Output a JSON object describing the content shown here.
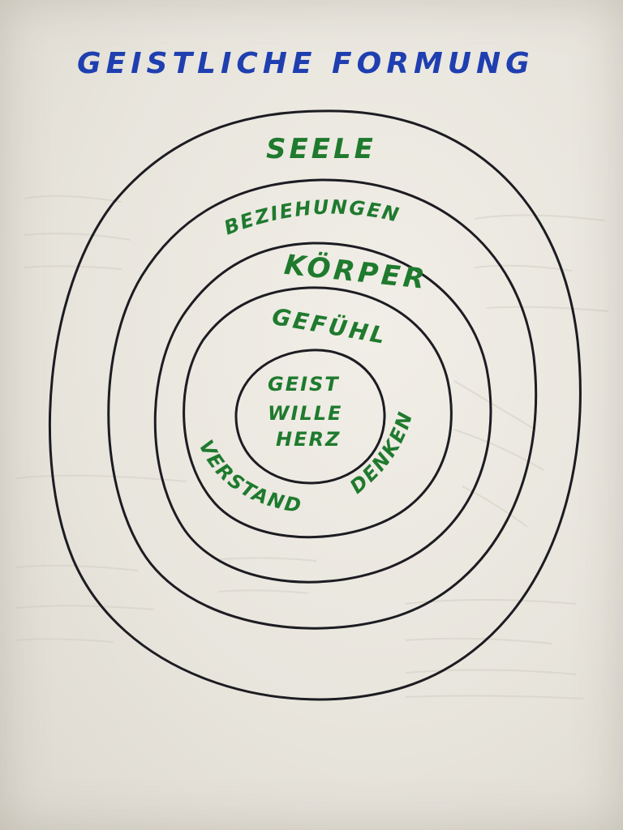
{
  "title": "GEISTLICHE FORMUNG",
  "rings": {
    "outer": "SEELE",
    "second": "BEZIEHUNGEN",
    "third": "KÖRPER",
    "fourth": "GEFÜHL",
    "fourth_left": "VERSTAND",
    "fourth_right": "DENKEN",
    "center_line1": "GEIST",
    "center_line2": "WILLE",
    "center_line3": "HERZ"
  },
  "colors": {
    "title_ink": "#1f3fb0",
    "label_ink": "#1f7a2e",
    "circle_ink": "#1c1c22",
    "paper": "#ece9e2"
  }
}
